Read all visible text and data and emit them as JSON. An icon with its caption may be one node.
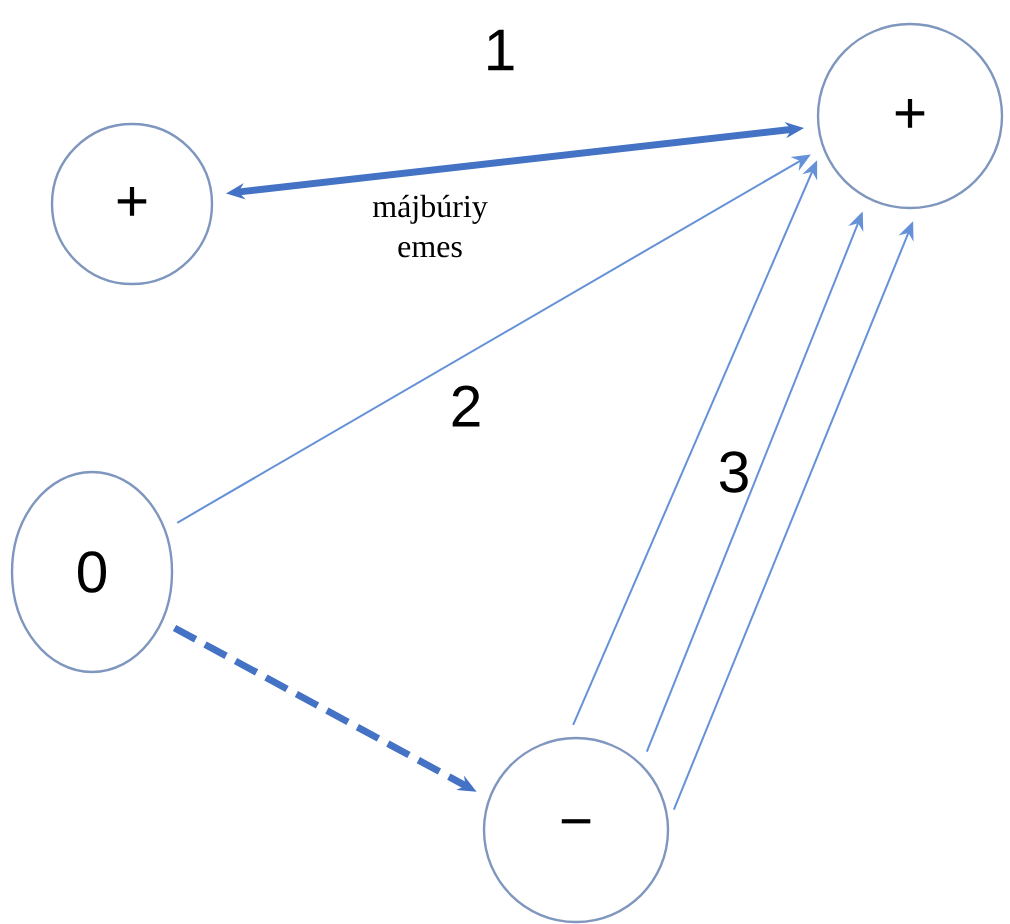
{
  "diagram": {
    "nodes": [
      {
        "text": [
          "+"
        ]
      },
      {
        "text": [
          "+"
        ]
      },
      {
        "text": [
          "0"
        ]
      },
      {
        "text": [
          "−"
        ]
      }
    ],
    "edges": [
      {
        "from": 0,
        "to": 1,
        "arrow": "both",
        "style": "thick",
        "label": "májbúriy emes"
      },
      {
        "from": 2,
        "to": 1,
        "arrow": "to"
      },
      {
        "from": 3,
        "to": 1,
        "arrow": "to"
      },
      {
        "from": 3,
        "to": 1,
        "arrow": "to"
      },
      {
        "from": 3,
        "to": 1,
        "arrow": "to"
      },
      {
        "from": 2,
        "to": 3,
        "arrow": "to",
        "style": "dashed"
      }
    ],
    "labels": [
      "1",
      "2",
      "3"
    ]
  }
}
